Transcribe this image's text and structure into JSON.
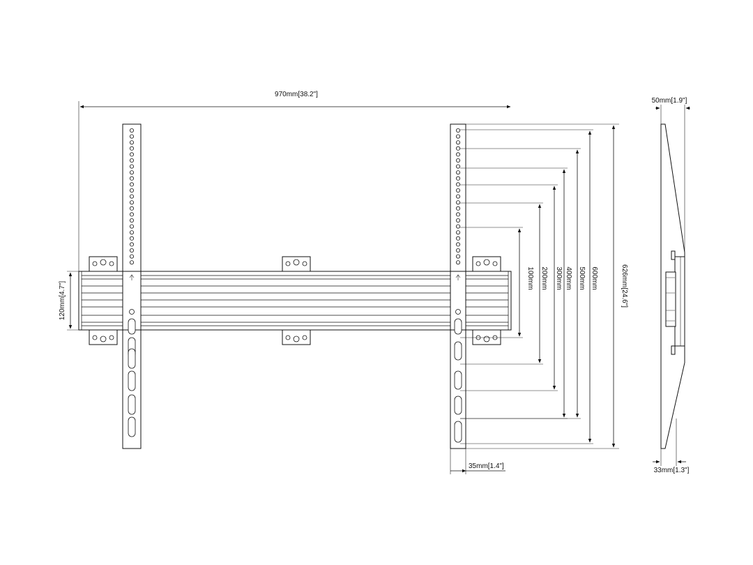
{
  "dimensions": {
    "overall_width": "970mm[38.2\"]",
    "rail_height": "120mm[4.7\"]",
    "overall_height": "626mm[24.6\"]",
    "arm_width": "35mm[1.4\"]",
    "profile_depth_top": "50mm[1.9\"]",
    "profile_depth_bottom": "33mm[1.3\"]"
  },
  "vesa_spacings": [
    "100mm",
    "200mm",
    "300mm",
    "400mm",
    "500mm",
    "600mm"
  ]
}
